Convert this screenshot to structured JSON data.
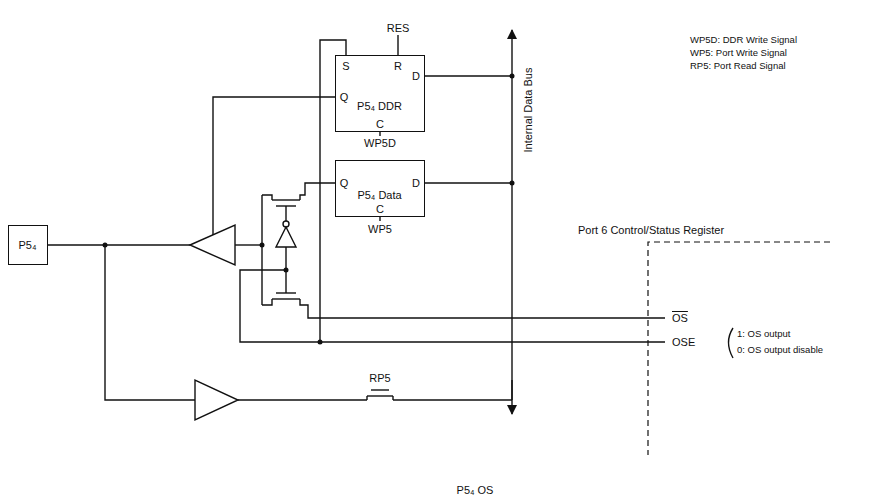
{
  "diagram": {
    "caption": "P5₄ OS",
    "nodes": [
      {
        "text": [
          "P5₄"
        ]
      },
      {
        "text": [
          "P5₄ DDR"
        ]
      },
      {
        "text": [
          "P5₄ Data"
        ]
      }
    ],
    "labels": [
      "RES",
      "S",
      "R",
      "D",
      "Q",
      "C",
      "WP5D",
      "Q",
      "D",
      "C",
      "WP5",
      "Internal Data Bus",
      "WP5D: DDR Write Signal",
      "WP5: Port Write Signal",
      "RP5: Port Read Signal",
      "Port 6 Control/Status Register",
      "OS",
      "OSE",
      "1: OS output",
      "0: OS output disable",
      "RP5"
    ]
  }
}
